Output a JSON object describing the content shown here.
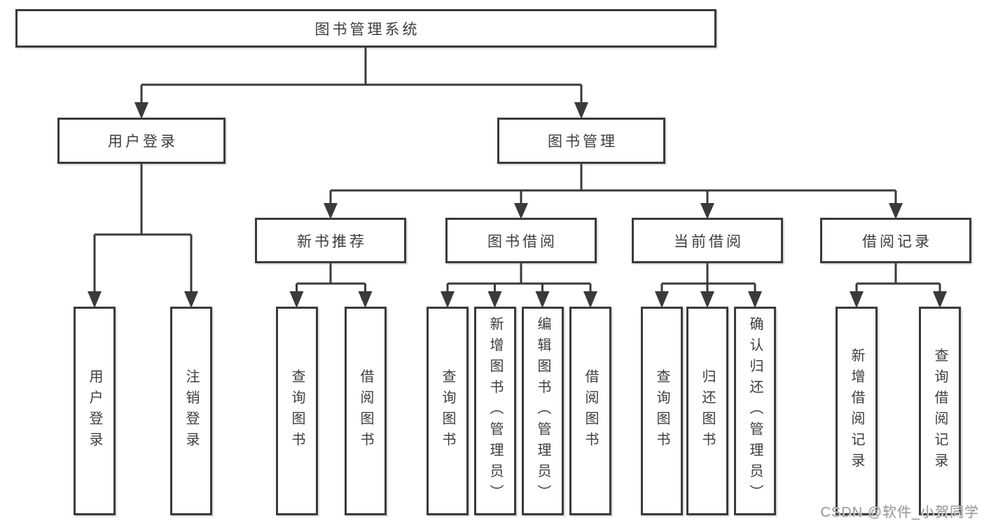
{
  "diagram": {
    "root": {
      "label": "图书管理系统"
    },
    "level2": [
      {
        "label": "用户登录"
      },
      {
        "label": "图书管理"
      }
    ],
    "level3": [
      {
        "label": "新书推荐"
      },
      {
        "label": "图书借阅"
      },
      {
        "label": "当前借阅"
      },
      {
        "label": "借阅记录"
      }
    ],
    "leaves": [
      {
        "label": "用户登录"
      },
      {
        "label": "注销登录"
      },
      {
        "label": "查询图书"
      },
      {
        "label": "借阅图书"
      },
      {
        "label": "查询图书"
      },
      {
        "label": "新增图书（管理员）"
      },
      {
        "label": "编辑图书（管理员）"
      },
      {
        "label": "借阅图书"
      },
      {
        "label": "查询图书"
      },
      {
        "label": "归还图书"
      },
      {
        "label": "确认归还（管理员）"
      },
      {
        "label": "新增借阅记录"
      },
      {
        "label": "查询借阅记录"
      }
    ]
  },
  "watermark": {
    "text": "CSDN @软件_小贺同学"
  },
  "colors": {
    "line": "#3a3a3a",
    "box_border": "#3a3a3a",
    "text": "#3d3d3d",
    "watermark_text": "#9b9b9b",
    "background": "#ffffff"
  }
}
